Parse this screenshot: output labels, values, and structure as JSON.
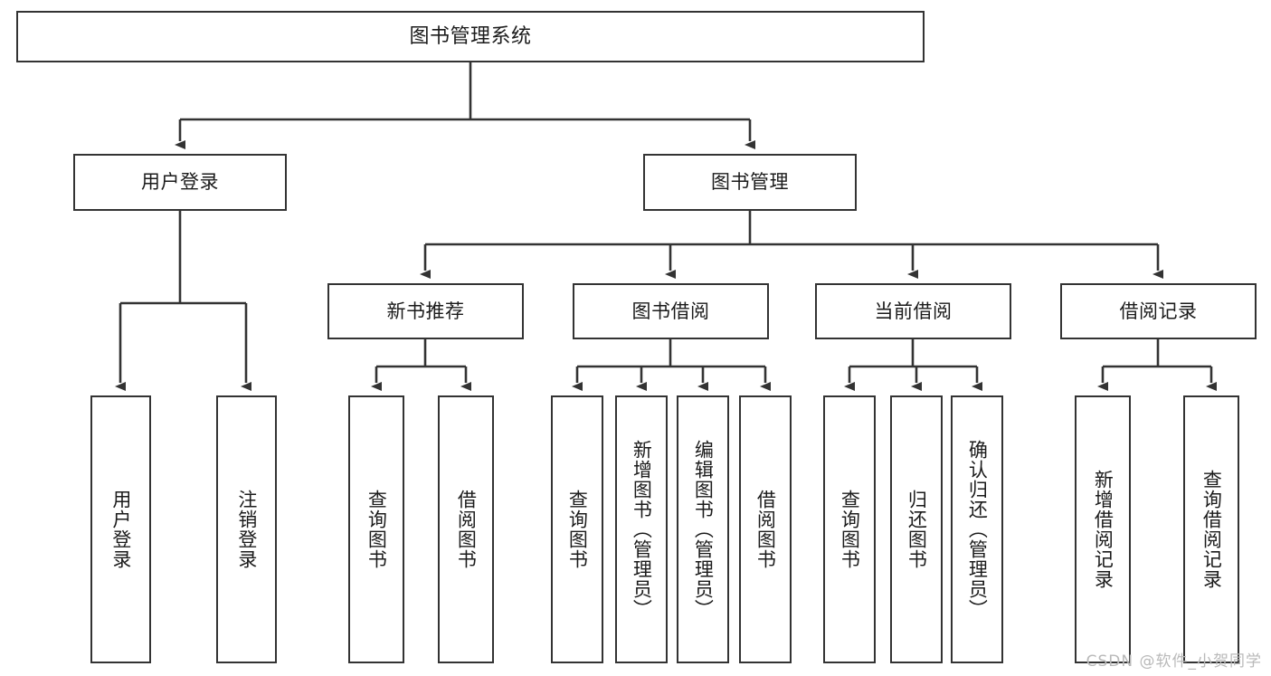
{
  "diagram": {
    "type": "tree",
    "title": "图书管理系统",
    "root": {
      "label": "图书管理系统"
    },
    "level2": [
      {
        "label": "用户登录"
      },
      {
        "label": "图书管理"
      }
    ],
    "level3": [
      {
        "label": "新书推荐"
      },
      {
        "label": "图书借阅"
      },
      {
        "label": "当前借阅"
      },
      {
        "label": "借阅记录"
      }
    ],
    "leaves": {
      "user_login": [
        {
          "label": "用户登录"
        },
        {
          "label": "注销登录"
        }
      ],
      "new_book_recommend": [
        {
          "label": "查询图书"
        },
        {
          "label": "借阅图书"
        }
      ],
      "book_borrow": [
        {
          "label": "查询图书"
        },
        {
          "label": "新增图书（管理员）"
        },
        {
          "label": "编辑图书（管理员）"
        },
        {
          "label": "借阅图书"
        }
      ],
      "current_borrow": [
        {
          "label": "查询图书"
        },
        {
          "label": "归还图书"
        },
        {
          "label": "确认归还（管理员）"
        }
      ],
      "borrow_record": [
        {
          "label": "新增借阅记录"
        },
        {
          "label": "查询借阅记录"
        }
      ]
    }
  },
  "watermark": {
    "text": "CSDN @软件_小贺同学"
  },
  "colors": {
    "box_border": "#333333",
    "background": "#ffffff",
    "text": "#1b1b1b",
    "edge": "#333333",
    "watermark": "#b9b9b9"
  }
}
